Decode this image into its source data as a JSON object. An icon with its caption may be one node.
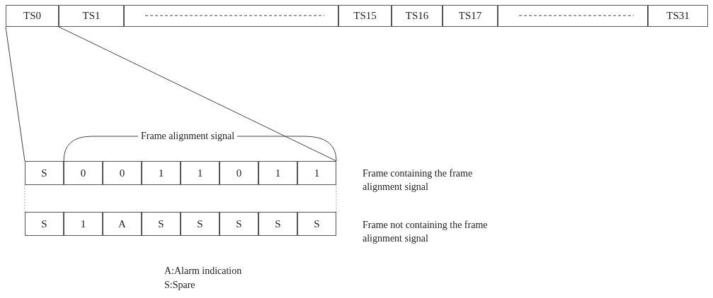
{
  "diagram": {
    "nodes": [
      {
        "text": [
          "TS0"
        ]
      },
      {
        "text": [],
        "shape": "box"
      },
      {
        "text": [],
        "shape": "box"
      }
    ],
    "edges": [
      {
        "from": 0,
        "to": 1,
        "arrow": "none"
      },
      {
        "from": 0,
        "to": 1,
        "arrow": "none"
      },
      {
        "from": 1,
        "to": 2,
        "arrow": "none",
        "style": "dashed",
        "color": "#aaaaaa"
      },
      {
        "from": 1,
        "to": 2,
        "arrow": "none",
        "style": "dashed",
        "color": "#aaaaaa"
      }
    ],
    "labels": [
      "TS1",
      "TS15",
      "TS16",
      "TS17",
      "TS31",
      "Frame alignment signal",
      "S",
      "0",
      "0",
      "1",
      "1",
      "0",
      "1",
      "1",
      "Frame containing the frame alignment signal",
      "S",
      "1",
      "A",
      "S",
      "S",
      "S",
      "S",
      "S",
      "Frame not containing the frame alignment signal",
      "A:Alarm indication",
      "S:Spare"
    ]
  }
}
